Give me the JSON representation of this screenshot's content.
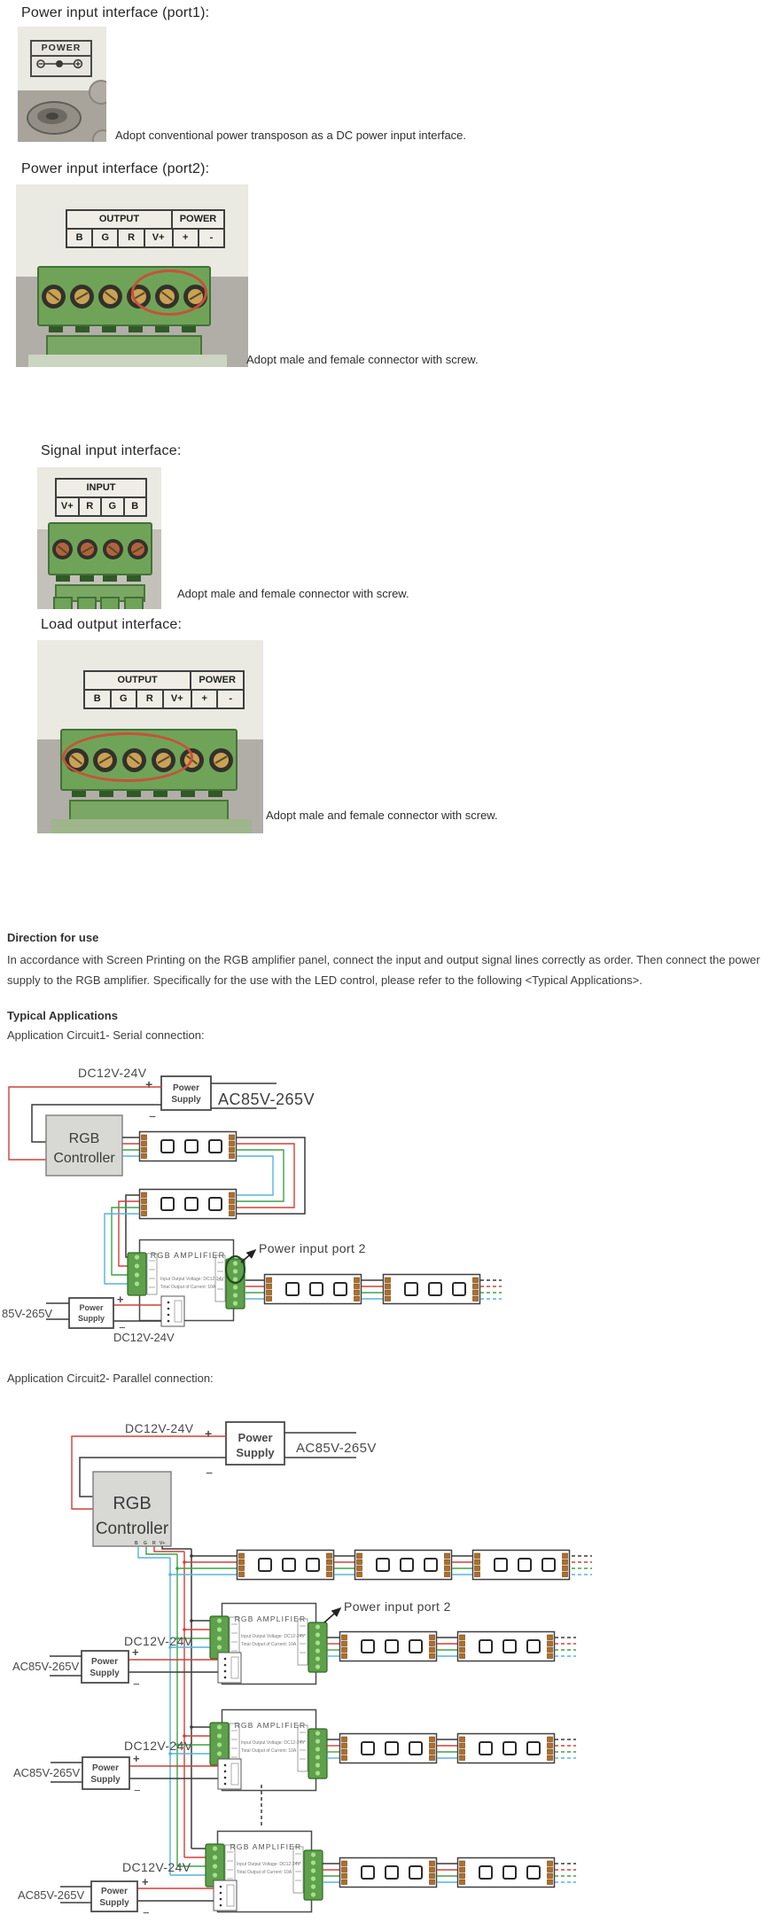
{
  "headings": {
    "port1": "Power input interface (port1):",
    "port2": "Power input interface (port2):",
    "signal": "Signal input interface:",
    "load": "Load output interface:"
  },
  "captions": {
    "port1": "Adopt conventional power transposon as a DC power input interface.",
    "screw": "Adopt male and female connector with screw."
  },
  "photo_labels": {
    "power": "POWER",
    "output": "OUTPUT",
    "input": "INPUT",
    "b": "B",
    "g": "G",
    "r": "R",
    "vplus": "V+",
    "plus": "+",
    "minus": "-"
  },
  "direction": {
    "title": "Direction for use",
    "body": "In accordance with Screen Printing on the RGB amplifier panel, connect the input and output signal lines correctly as order. Then connect the power supply to the RGB amplifier. Specifically for the use with the LED control, please refer to the following <Typical Applications>."
  },
  "applications": {
    "title": "Typical Applications",
    "circuit1": "Application Circuit1- Serial connection:",
    "circuit2": "Application Circuit2- Parallel connection:"
  },
  "diagram": {
    "dc": "DC12V-24V",
    "ac": "AC85V-265V",
    "ac_short": "85V-265V",
    "ps_line1": "Power",
    "ps_line2": "Supply",
    "ctrl_line1": "RGB",
    "ctrl_line2": "Controller",
    "amp_title": "RGB AMPLIFIER",
    "amp_spec1": "Input Output Voltage: DC12-24V",
    "amp_spec2": "Total Output of Current: 10A",
    "port2_label": "Power input port 2",
    "plus": "+",
    "minus": "−",
    "pins": [
      "B",
      "G",
      "R",
      "V+"
    ]
  },
  "colors": {
    "wire_black": "#3a3a3a",
    "wire_red": "#d04038",
    "wire_green": "#3da24b",
    "wire_blue": "#56b3dd",
    "terminal_green": "#6fa458",
    "highlight_red": "#c6523a"
  }
}
